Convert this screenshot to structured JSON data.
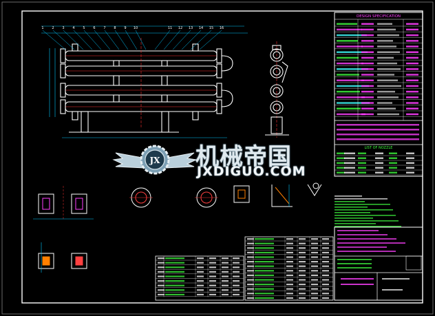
{
  "watermark": {
    "cn": "机械帝国",
    "en": "JXDIGUO.COM",
    "logo_letters": "JX"
  },
  "drawing": {
    "balloons": [
      "1",
      "2",
      "3",
      "4",
      "5",
      "6",
      "7",
      "8",
      "9",
      "10",
      "11",
      "12",
      "13",
      "14",
      "15",
      "16"
    ],
    "right_panel": {
      "header": "DESIGN SPECIFICATION",
      "nozzle_title": "LIST OF NOZZLE"
    }
  },
  "colors": {
    "frame": "#ffffff",
    "pipes": "#ffffff",
    "centerline": "#ff3030",
    "dim": "#00c8ff",
    "table_text_magenta": "#ff40ff",
    "table_text_green": "#40ff40",
    "table_text_cyan": "#40ffff",
    "table_lines": "#ffffff",
    "watermark": "#e8f0f4"
  }
}
